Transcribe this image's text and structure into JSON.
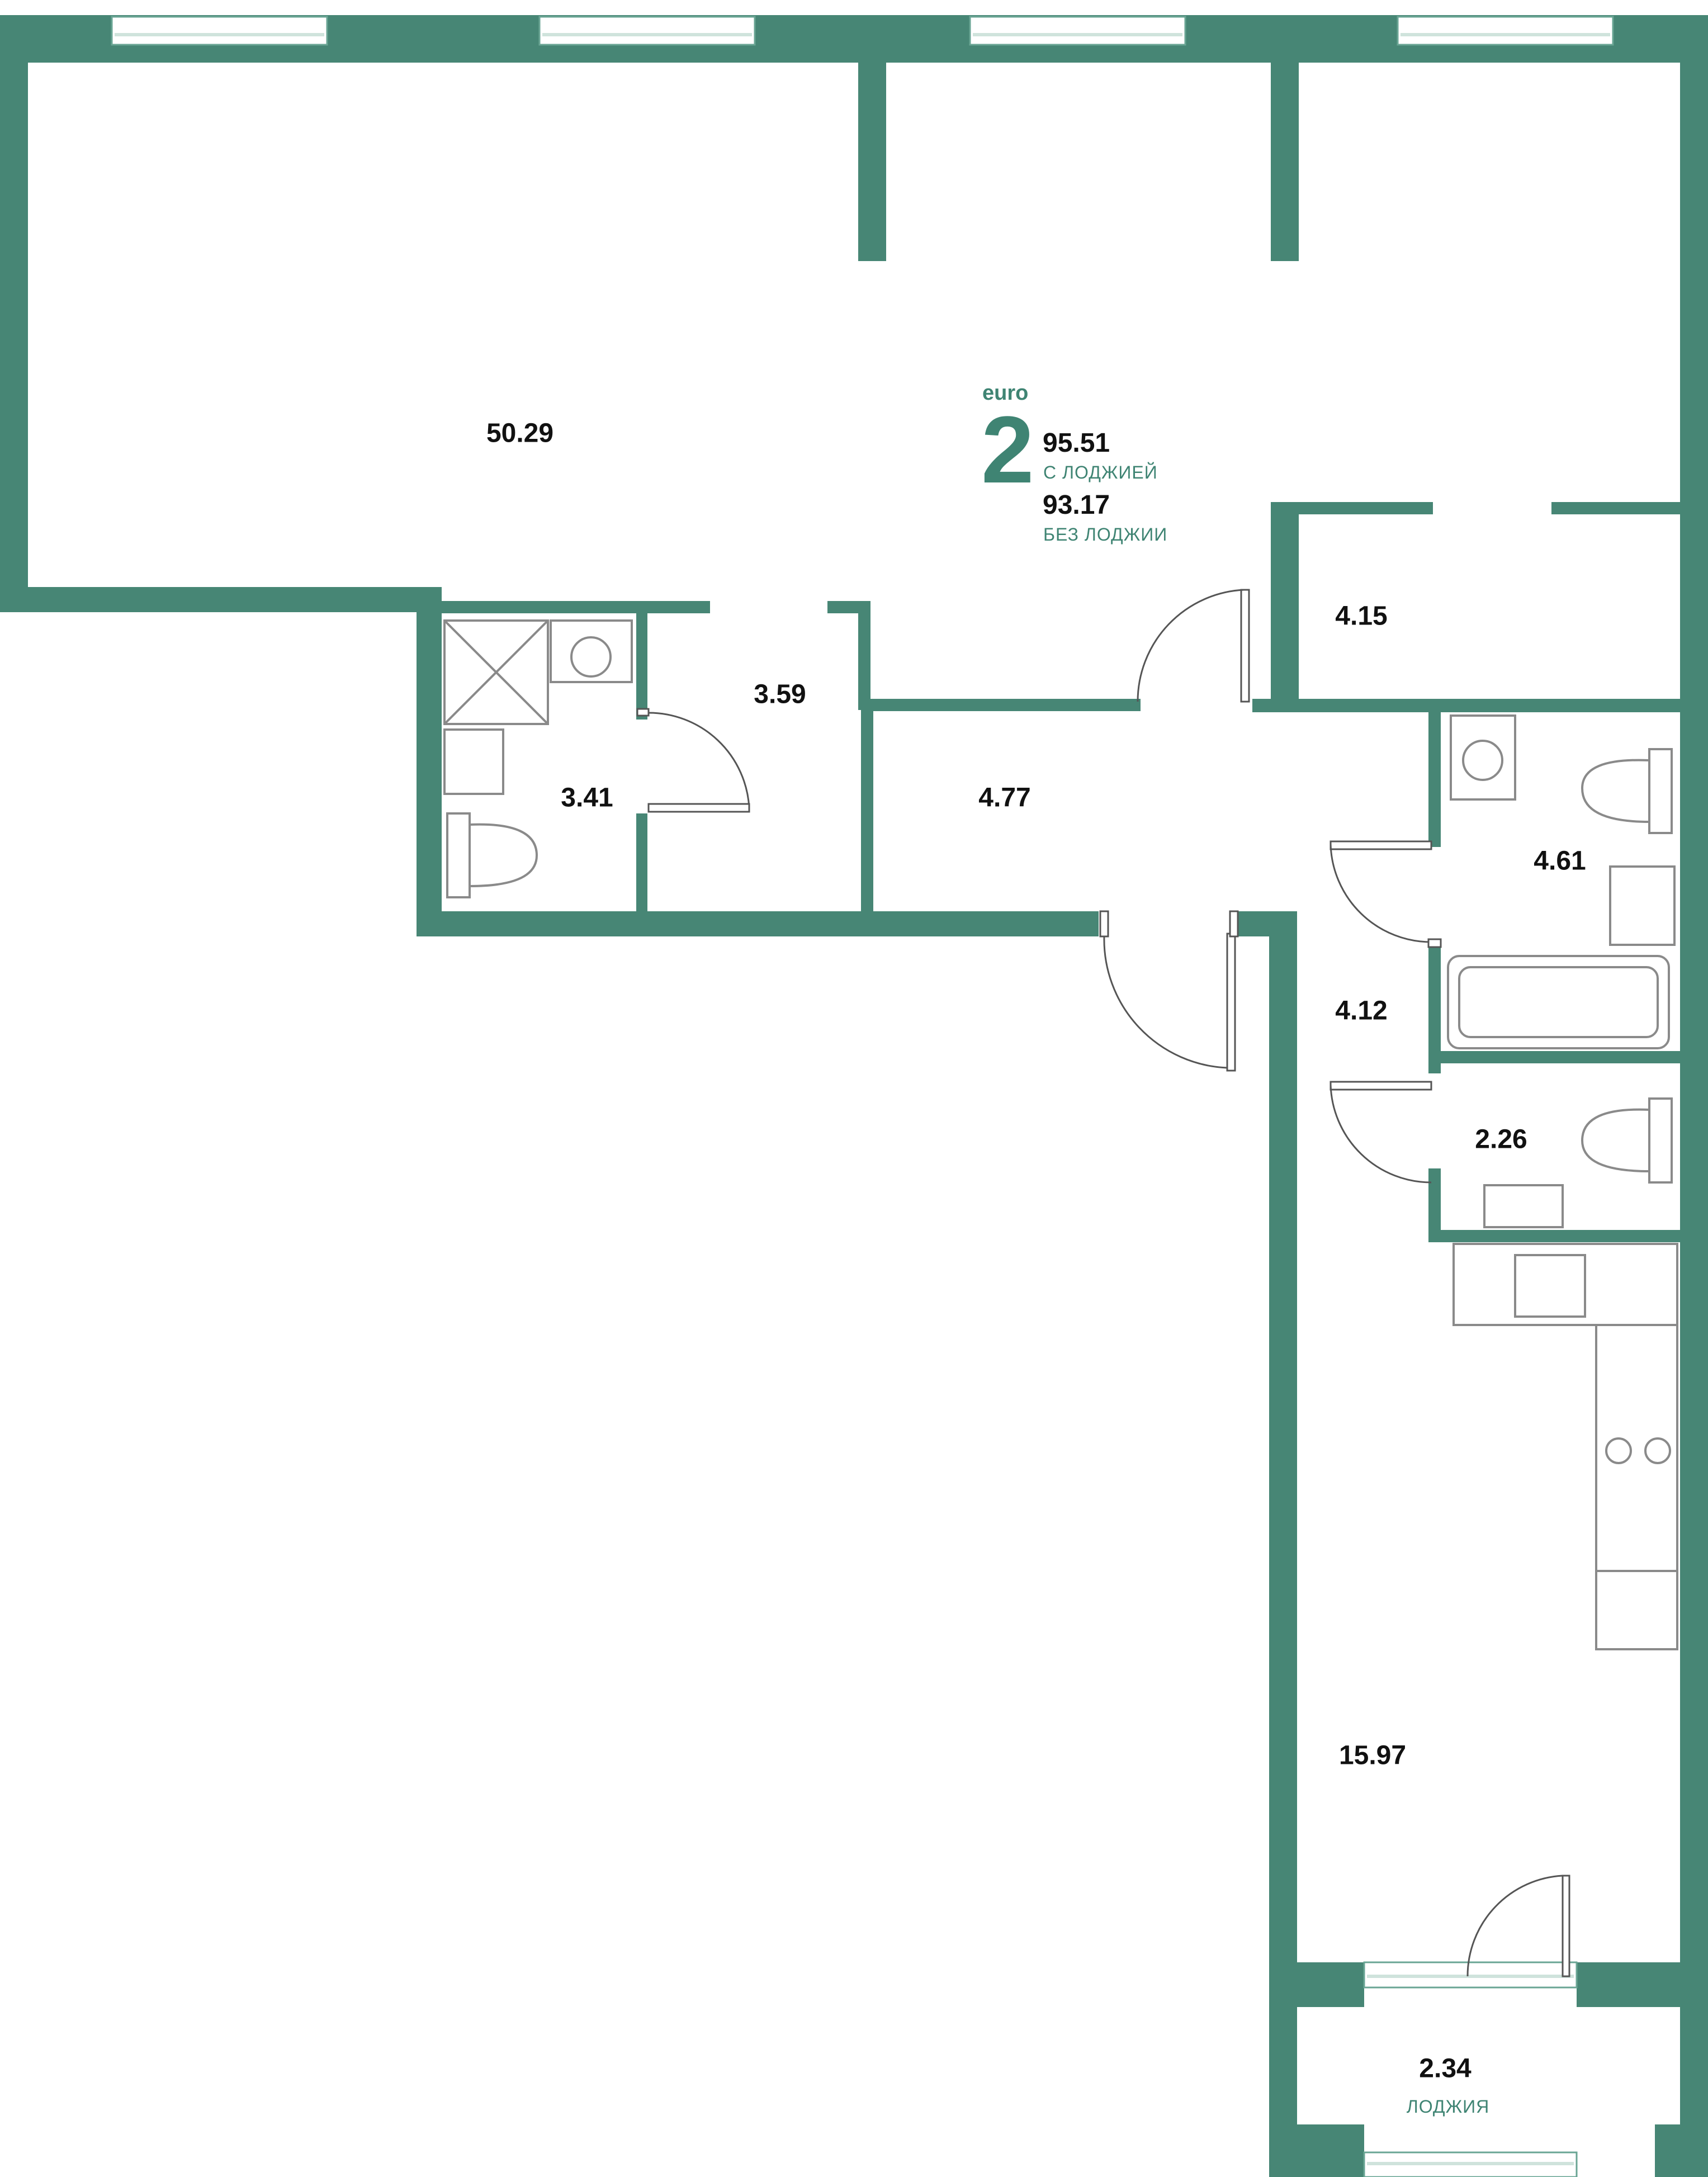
{
  "apartment": {
    "tag": "euro",
    "rooms": "2",
    "area_with_loggia": "95.51",
    "area_with_loggia_caption": "С ЛОДЖИЕЙ",
    "area_without_loggia": "93.17",
    "area_without_loggia_caption": "БЕЗ ЛОДЖИИ"
  },
  "rooms": [
    {
      "id": "living",
      "area": "50.29"
    },
    {
      "id": "storage-small",
      "area": "4.15"
    },
    {
      "id": "closet",
      "area": "3.59"
    },
    {
      "id": "bathroom-shower",
      "area": "3.41"
    },
    {
      "id": "corridor",
      "area": "4.77"
    },
    {
      "id": "bathroom-tub",
      "area": "4.61"
    },
    {
      "id": "hall",
      "area": "4.12"
    },
    {
      "id": "wc",
      "area": "2.26"
    },
    {
      "id": "kitchen",
      "area": "15.97"
    },
    {
      "id": "loggia",
      "area": "2.34",
      "caption": "ЛОДЖИЯ"
    }
  ],
  "colors": {
    "wall": "#478675",
    "accent": "#3f8473",
    "fixture_stroke": "#8a8a8a",
    "window_glass": "#cfe3dc"
  }
}
